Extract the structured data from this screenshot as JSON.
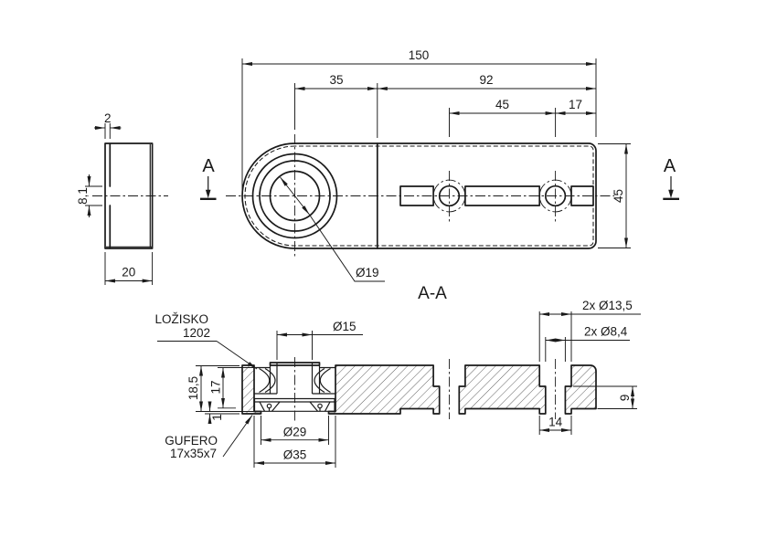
{
  "drawing": {
    "background": "#ffffff",
    "ink": "#1a1a1a",
    "side_view": {
      "dim_step": "2",
      "dim_slot_width": "8,1",
      "dim_thickness": "20"
    },
    "plan_view": {
      "dim_total_length": "150",
      "dim_bore_to_step": "35",
      "dim_step_to_end": "92",
      "dim_hole_spacing": "45",
      "dim_hole_to_end": "17",
      "dim_width": "45",
      "dim_bore": "Ø19",
      "section_letter_left": "A",
      "section_letter_right": "A"
    },
    "section_view": {
      "title": "A-A",
      "dim_shaft_bore": "Ø15",
      "dim_counterbore": "2x Ø13,5",
      "dim_hole": "2x Ø8,4",
      "dim_depth_right": "9",
      "dim_land": "14",
      "dim_pocket_depth": "18,5",
      "dim_bearing_seat": "17",
      "dim_lip_height": "1",
      "dim_lip_bore": "Ø29",
      "dim_pocket_bore": "Ø35",
      "bearing_label_line1": "LOŽISKO",
      "bearing_label_line2": "1202",
      "seal_label_line1": "GUFERO",
      "seal_label_line2": "17x35x7"
    }
  }
}
